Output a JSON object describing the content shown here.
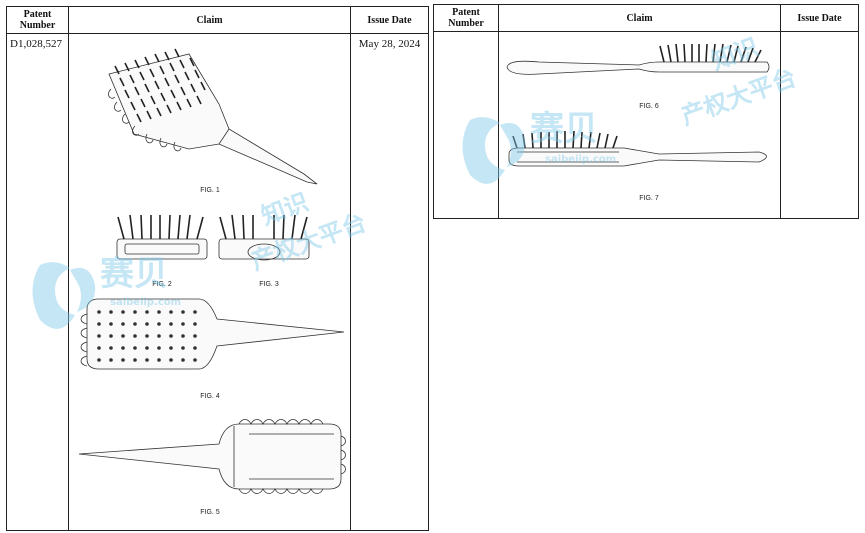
{
  "table_left": {
    "headers": {
      "number": "Patent Number",
      "claim": "Claim",
      "date": "Issue Date"
    },
    "row": {
      "number": "D1,028,527",
      "date": "May 28, 2024"
    },
    "figures": [
      "FIG. 1",
      "FIG. 2",
      "FIG. 3",
      "FIG. 4",
      "FIG. 5"
    ]
  },
  "table_right": {
    "headers": {
      "number": "Patent Number",
      "claim": "Claim",
      "date": "Issue Date"
    },
    "figures": [
      "FIG. 6",
      "FIG. 7"
    ]
  },
  "watermark": {
    "brand": "赛贝",
    "slogan_top": "知识",
    "slogan_bottom": "产权大平台",
    "url": "saibeiip.com",
    "color": "#7fc9e8"
  }
}
